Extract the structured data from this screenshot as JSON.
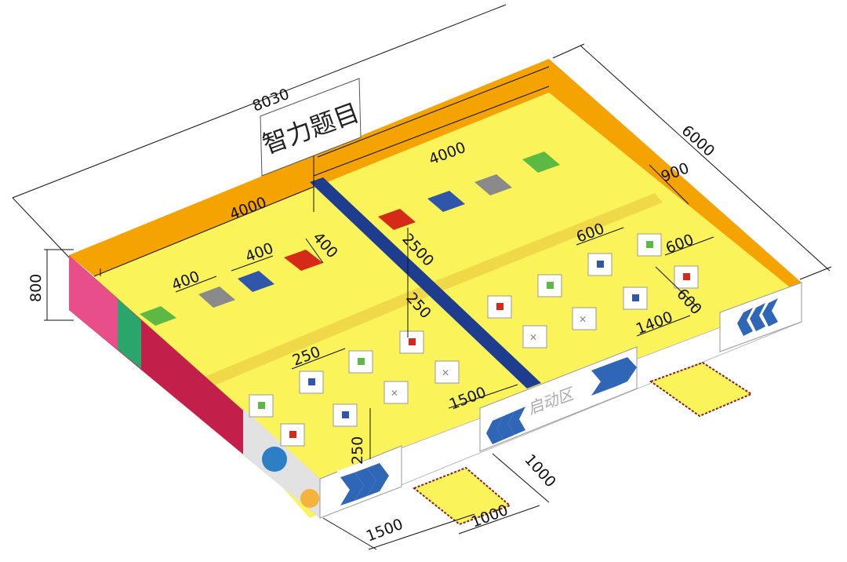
{
  "sign": {
    "title": "智力题目"
  },
  "start_zone": {
    "label": "启动区"
  },
  "dimensions": {
    "overall_length": "8030",
    "overall_width": "6000",
    "wall_height": "800",
    "left_half_length": "4000",
    "right_half_length": "4000",
    "square_size": "400",
    "square_gap_1": "400",
    "square_gap_2": "400",
    "cube_gap_left_1": "250",
    "cube_gap_left_2": "250",
    "cube_offset_left": "250",
    "divider_length": "2500",
    "right_offset_900": "900",
    "right_cube_600_a": "600",
    "right_cube_600_b": "600",
    "right_cube_600_c": "600",
    "right_1400": "1400",
    "start_1500_front": "1500",
    "bottom_1500": "1500",
    "bottom_1000": "1000",
    "pad_1000": "1000"
  },
  "colors": {
    "floor": "#fbf35a",
    "wall": "#f5a300",
    "divider": "#1f3d8f",
    "square_red": "#d42a17",
    "square_blue": "#2f56a8",
    "square_gray": "#8a8a8a",
    "square_green": "#5cb944",
    "chevron": "#2f67b6"
  }
}
